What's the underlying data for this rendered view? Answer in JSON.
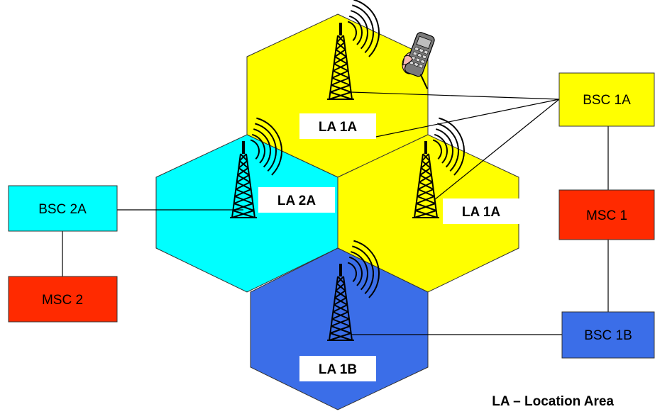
{
  "cells": [
    {
      "id": "top",
      "label": "LA 1A",
      "color": "#ffff00"
    },
    {
      "id": "left",
      "label": "LA 2A",
      "color": "#00ffff"
    },
    {
      "id": "right",
      "label": "LA 1A",
      "color": "#ffff00"
    },
    {
      "id": "bottom",
      "label": "LA 1B",
      "color": "#3b6ee8"
    }
  ],
  "boxes": {
    "bsc1a": {
      "label": "BSC 1A",
      "color": "#ffff00"
    },
    "msc1": {
      "label": "MSC 1",
      "color": "#ff2a00"
    },
    "bsc1b": {
      "label": "BSC 1B",
      "color": "#3b6ee8"
    },
    "bsc2a": {
      "label": "BSC 2A",
      "color": "#00ffff"
    },
    "msc2": {
      "label": "MSC 2",
      "color": "#ff2a00"
    }
  },
  "legend": "LA – Location Area",
  "icons": {
    "tower": "cell-tower-icon",
    "phone": "mobile-phone-icon"
  }
}
